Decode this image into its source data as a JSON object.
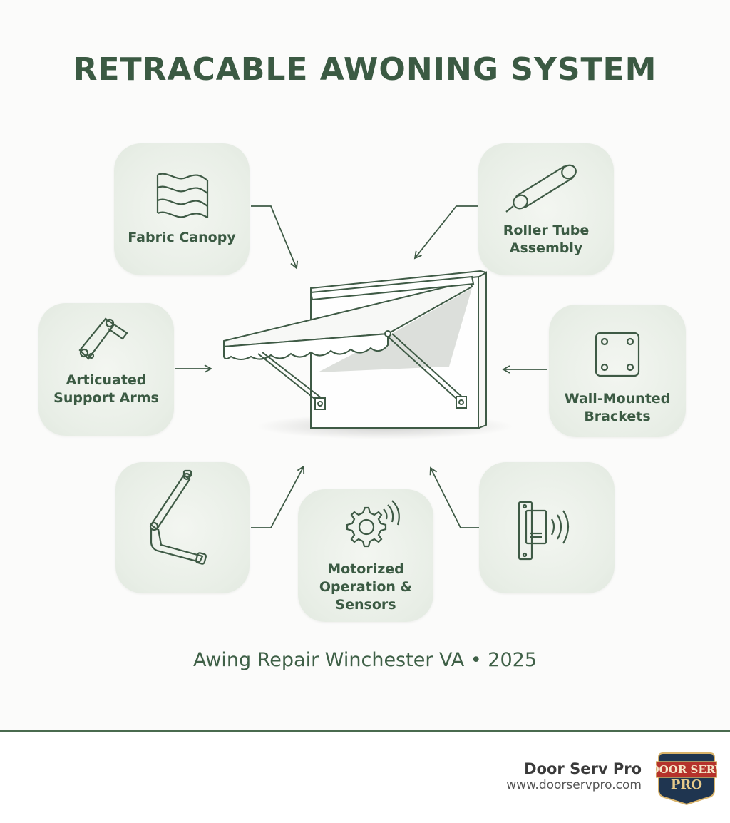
{
  "title": "RETRACABLE AWONING SYSTEM",
  "components": {
    "fabric_canopy": "Fabric Canopy",
    "roller_tube_line1": "Roller Tube",
    "roller_tube_line2": "Assembly",
    "support_arms_line1": "Articuated",
    "support_arms_line2": "Support Arms",
    "brackets_line1": "Wall-Mounted",
    "brackets_line2": "Brackets",
    "motorized_line1": "Motorized",
    "motorized_line2": "Operation &",
    "motorized_line3": "Sensors"
  },
  "icons": {
    "fabric_canopy": "wavy-fabric-icon",
    "roller_tube": "roller-tube-icon",
    "support_arms": "articulated-arm-icon",
    "brackets": "bracket-plate-icon",
    "arm_joint": "folding-arm-icon",
    "motorized": "gear-wireless-icon",
    "sensor": "wall-sensor-icon"
  },
  "caption": "Awing Repair Winchester VA • 2025",
  "brand": {
    "name": "Door Serv Pro",
    "url": "www.doorservpro.com",
    "logo_text_line1": "DOOR SERV",
    "logo_text_line2": "PRO"
  },
  "colors": {
    "accent": "#3b5a43",
    "card_bg": "#e8eee6",
    "line": "#3e5a45",
    "logo_red": "#b5322b",
    "logo_navy": "#1f3550"
  }
}
